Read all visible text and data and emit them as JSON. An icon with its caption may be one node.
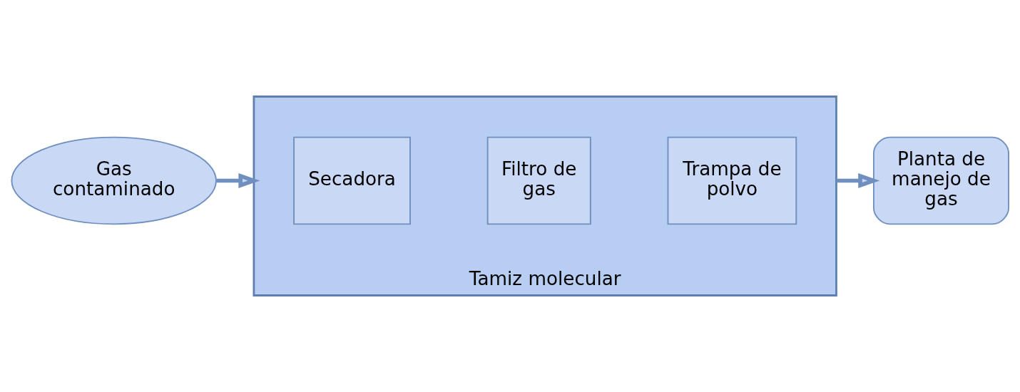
{
  "diagram": {
    "nodes": [
      {
        "text": [
          "Gas contaminado"
        ]
      },
      {
        "text": [
          "Tamiz molecular"
        ]
      },
      {
        "text": [
          "Secadora"
        ],
        "in": 1
      },
      {
        "text": [
          "Filtro de gas"
        ],
        "in": 1
      },
      {
        "text": [
          "Trampa de polvo"
        ],
        "in": 1
      },
      {
        "text": [
          "Planta de manejo de gas"
        ]
      }
    ],
    "edges": [
      {
        "from": 0,
        "to": 1,
        "arrow": "to"
      },
      {
        "from": 1,
        "to": 5,
        "arrow": "to"
      }
    ]
  }
}
